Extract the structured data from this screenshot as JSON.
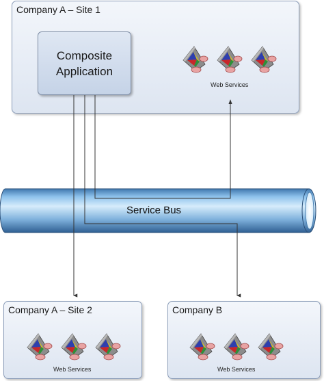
{
  "site1": {
    "title": "Company A – Site 1"
  },
  "composite": {
    "line1": "Composite",
    "line2": "Application"
  },
  "site2": {
    "title": "Company A – Site 2"
  },
  "companyB": {
    "title": "Company B"
  },
  "web_services_label": "Web Services",
  "bus": {
    "label": "Service Bus"
  },
  "icons": {
    "web_service": "web-service-icon"
  }
}
